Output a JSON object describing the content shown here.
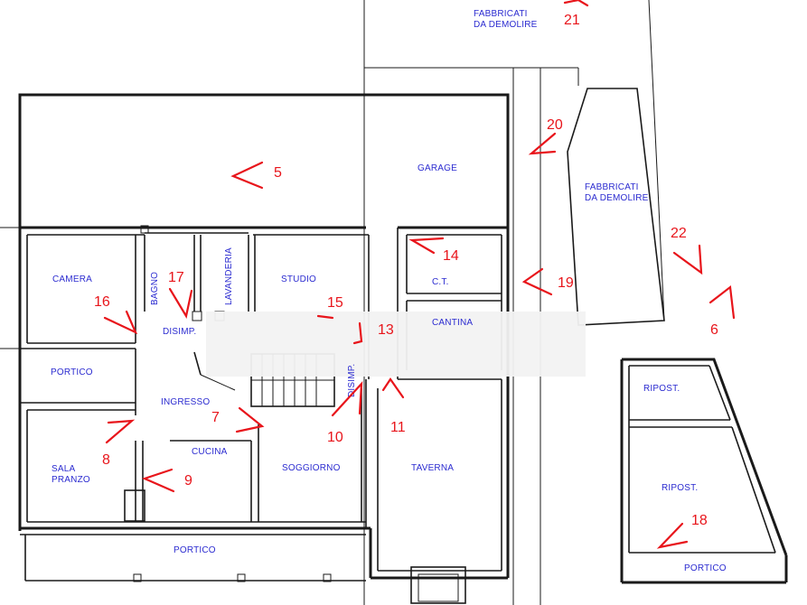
{
  "labels": {
    "fabbricati_top_1": "FABBRICATI",
    "fabbricati_top_2": "DA DEMOLIRE",
    "fabbricati_right_1": "FABBRICATI",
    "fabbricati_right_2": "DA DEMOLIRE",
    "garage": "GARAGE",
    "camera": "CAMERA",
    "bagno": "BAGNO",
    "lavanderia": "LAVANDERIA",
    "studio": "STUDIO",
    "ct": "C.T.",
    "cantina": "CANTINA",
    "disimp_left": "DISIMP.",
    "disimp_right": "DISIMP.",
    "portico_left": "PORTICO",
    "ingresso": "INGRESSO",
    "cucina": "CUCINA",
    "sala_pranzo_1": "SALA",
    "sala_pranzo_2": "PRANZO",
    "soggiorno": "SOGGIORNO",
    "taverna": "TAVERNA",
    "portico_bottom": "PORTICO",
    "ripost_top": "RIPOST.",
    "ripost_bottom": "RIPOST.",
    "portico_right": "PORTICO"
  },
  "markers": {
    "m5": "5",
    "m6": "6",
    "m7": "7",
    "m8": "8",
    "m9": "9",
    "m10": "10",
    "m11": "11",
    "m13": "13",
    "m14": "14",
    "m15": "15",
    "m16": "16",
    "m17": "17",
    "m18": "18",
    "m19": "19",
    "m20": "20",
    "m21": "21",
    "m22": "22"
  },
  "colors": {
    "label": "#2b2bd0",
    "marker": "#e8151b",
    "wall": "#1a1a1a"
  }
}
